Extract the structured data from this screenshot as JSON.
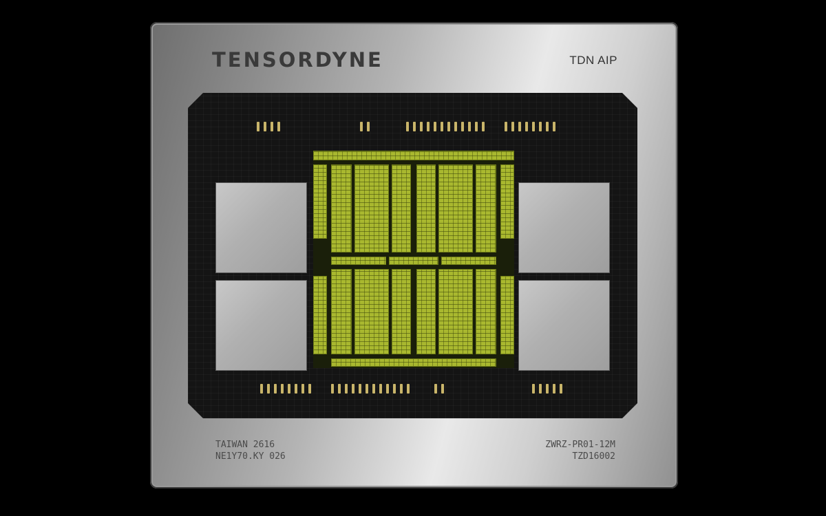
{
  "chip": {
    "brand": "TENSORDYNE",
    "model": "TDN AIP",
    "marking_left": [
      "TAIWAN 2616",
      "NE1Y70.KY 026"
    ],
    "marking_right": [
      "ZWRZ-PR01-12M",
      "TZD16002"
    ]
  },
  "colors": {
    "background": "#000000",
    "die": "#a9b82f",
    "hbm": "#b8b8b8",
    "substrate": "#141414"
  }
}
